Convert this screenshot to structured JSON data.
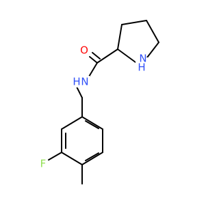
{
  "molecule": {
    "atoms": {
      "oxygen": {
        "symbol": "O",
        "color": "#ff0d0d"
      },
      "amide_nitrogen": {
        "symbol": "N",
        "color": "#3050f8",
        "hydrogen": "H"
      },
      "ring_nitrogen": {
        "symbol": "N",
        "color": "#3050f8",
        "hydrogen": "H"
      },
      "fluorine": {
        "symbol": "F",
        "color": "#90e050"
      }
    },
    "bond_color": "#000000"
  }
}
